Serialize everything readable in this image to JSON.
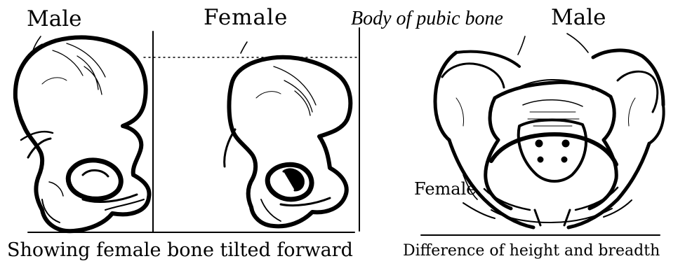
{
  "labels": {
    "male_left": "Male",
    "female_center": "Female",
    "body_of_pubic_bone": "Body of pubic bone",
    "male_right": "Male",
    "female_right": "Female"
  },
  "captions": {
    "left": "Showing female bone tilted forward",
    "right": "Difference of height and breadth"
  }
}
